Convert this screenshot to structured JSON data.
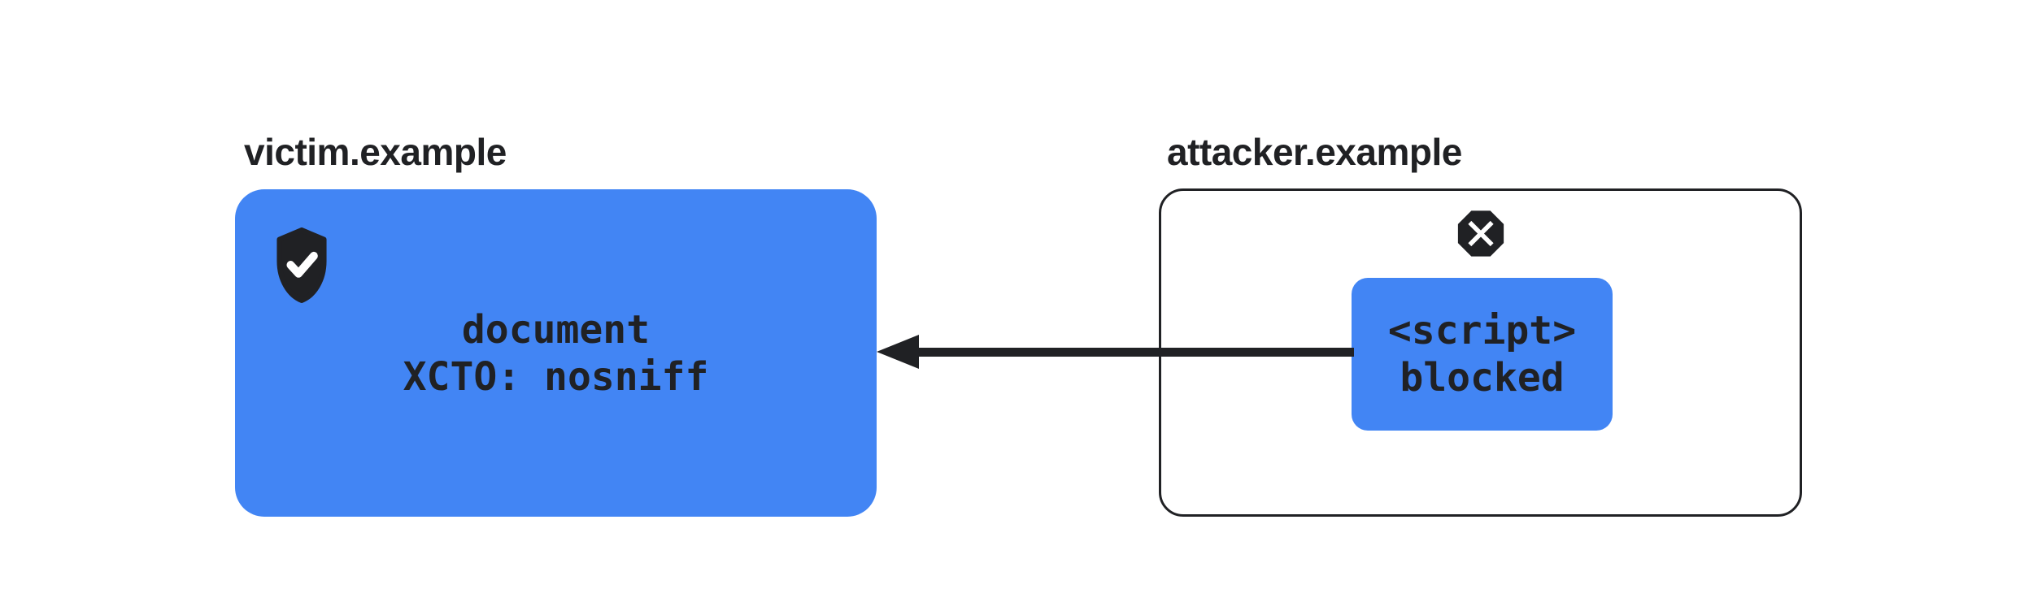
{
  "colors": {
    "accent_blue": "#4285F4",
    "ink": "#202124",
    "background": "#FFFFFF"
  },
  "victim": {
    "label": "victim.example",
    "icon": "shield-check-icon",
    "node": {
      "line1": "document",
      "line2": "XCTO: nosniff"
    }
  },
  "attacker": {
    "label": "attacker.example",
    "icon": "blocked-octagon-icon",
    "node": {
      "line1": "<script>",
      "line2": "blocked"
    }
  },
  "arrow": {
    "direction": "right-to-left",
    "from": "attacker-script-node",
    "to": "victim-document-node"
  }
}
